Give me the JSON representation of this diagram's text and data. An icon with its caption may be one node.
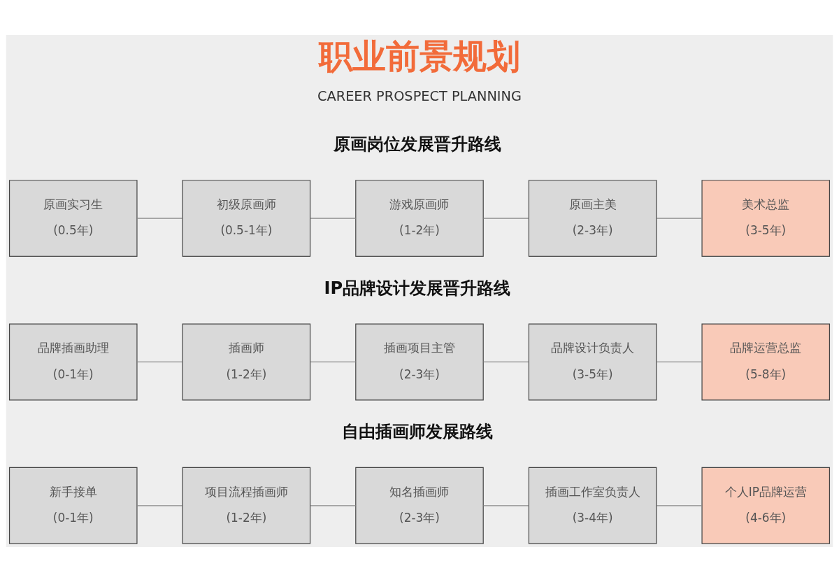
{
  "diagram": {
    "title": "职业前景规划",
    "nodes": [
      {
        "text": [
          "原画实习生",
          "(0.5年)"
        ]
      },
      {
        "text": [
          "初级原画师",
          "(0.5-1年)"
        ]
      },
      {
        "text": [
          "游戏原画师",
          "(1-2年)"
        ]
      },
      {
        "text": [
          "原画主美",
          "(2-3年)"
        ]
      },
      {
        "text": [
          "美术总监",
          "(3-5年)"
        ]
      },
      {
        "text": [
          "品牌插画助理",
          "(0-1年)"
        ]
      },
      {
        "text": [
          "插画师",
          "(1-2年)"
        ]
      },
      {
        "text": [
          "插画项目主管",
          "(2-3年)"
        ]
      },
      {
        "text": [
          "品牌设计负责人",
          "(3-5年)"
        ]
      },
      {
        "text": [
          "品牌运营总监",
          "(5-8年)"
        ]
      },
      {
        "text": [
          "新手接单",
          "(0-1年)"
        ]
      },
      {
        "text": [
          "项目流程插画师",
          "(1-2年)"
        ]
      },
      {
        "text": [
          "知名插画师",
          "(2-3年)"
        ]
      },
      {
        "text": [
          "插画工作室负责人",
          "(3-4年)"
        ]
      },
      {
        "text": [
          "个人IP品牌运营",
          "(4-6年)"
        ]
      }
    ],
    "edges": [
      {
        "from": 0,
        "to": 1,
        "arrow": "none"
      },
      {
        "from": 1,
        "to": 2,
        "arrow": "none"
      },
      {
        "from": 2,
        "to": 3,
        "arrow": "none"
      },
      {
        "from": 3,
        "to": 4,
        "arrow": "none"
      },
      {
        "from": 5,
        "to": 6,
        "arrow": "none"
      },
      {
        "from": 6,
        "to": 7,
        "arrow": "none"
      },
      {
        "from": 7,
        "to": 8,
        "arrow": "none"
      },
      {
        "from": 8,
        "to": 9,
        "arrow": "none"
      },
      {
        "from": 10,
        "to": 11,
        "arrow": "none"
      },
      {
        "from": 11,
        "to": 12,
        "arrow": "none"
      },
      {
        "from": 12,
        "to": 13,
        "arrow": "none"
      },
      {
        "from": 13,
        "to": 14,
        "arrow": "none"
      }
    ],
    "labels": [
      "CAREER PROSPECT PLANNING",
      "原画岗位发展晋升路线",
      "IP品牌设计发展晋升路线",
      "自由插画师发展路线"
    ]
  }
}
